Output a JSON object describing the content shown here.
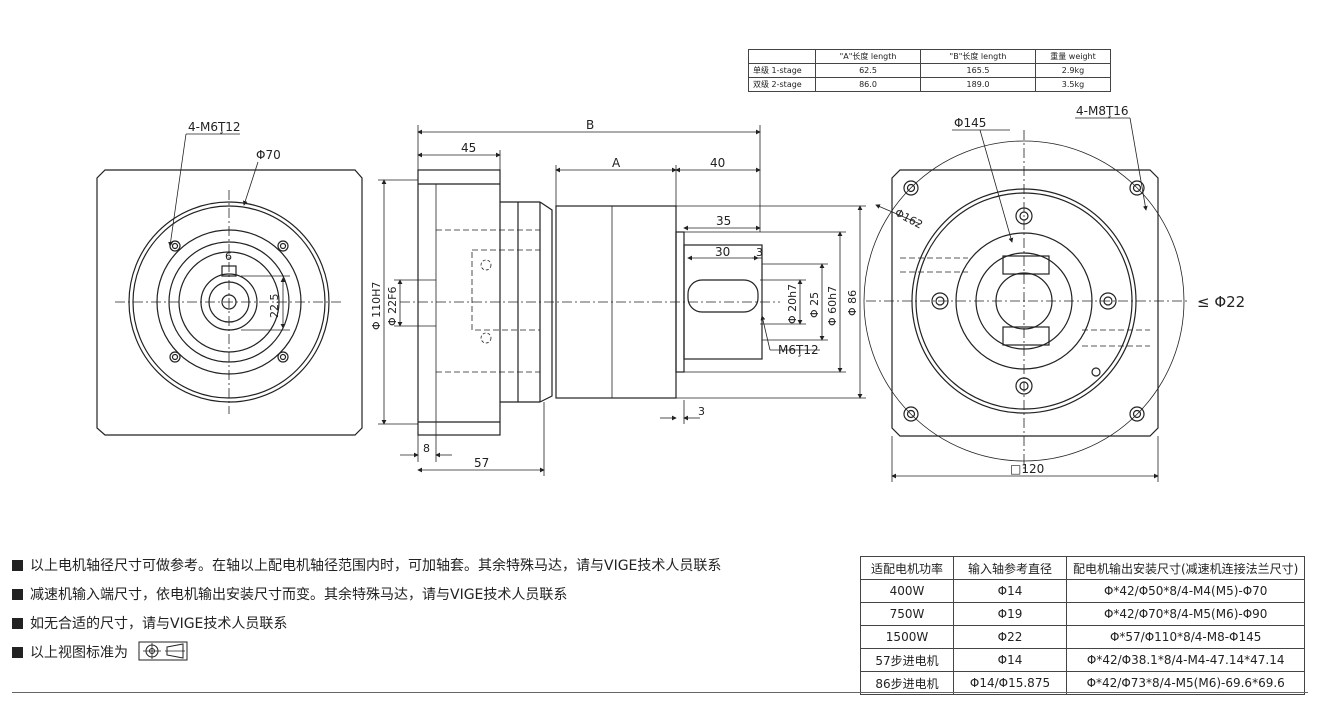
{
  "spec_table": {
    "header": [
      "",
      "\"A\"长度 length",
      "\"B\"长度  length",
      "重量 weight"
    ],
    "rows": [
      [
        "单级 1-stage",
        "62.5",
        "165.5",
        "2.9kg"
      ],
      [
        "双级 2-stage",
        "86.0",
        "189.0",
        "3.5kg"
      ]
    ]
  },
  "left_view": {
    "bolt_label": "4-M6Ţ12",
    "pcd_label": "Φ70",
    "key_label": "6",
    "height_label": "22.5"
  },
  "side_view": {
    "len_b": "B",
    "len_45": "45",
    "len_a": "A",
    "len_40": "40",
    "len_35": "35",
    "len_30": "30",
    "len_3a": "3",
    "len_3b": "3",
    "len_8": "8",
    "len_57": "57",
    "dia_110": "Φ 110H7",
    "dia_22": "Φ 22F6",
    "dia_20": "Φ 20h7",
    "dia_25": "Φ 25",
    "dia_60": "Φ 60h7",
    "dia_86": "Φ 86",
    "thread": "M6Ţ12"
  },
  "right_view": {
    "pcd_label": "Φ145",
    "bolt_label": "4-M8Ţ16",
    "dia_label": "Φ162",
    "shaft_label": "≤ Φ22",
    "square_label": "□120"
  },
  "notes": [
    "以上电机轴径尺寸可做参考。在轴以上配电机轴径范围内时，可加轴套。其余特殊马达，请与VIGE技术人员联系",
    "减速机输入端尺寸，依电机输出安装尺寸而变。其余特殊马达，请与VIGE技术人员联系",
    "如无合适的尺寸，请与VIGE技术人员联系",
    "以上视图标准为"
  ],
  "motor_table": {
    "header": [
      "适配电机功率",
      "输入轴参考直径",
      "配电机输出安装尺寸(减速机连接法兰尺寸)"
    ],
    "rows": [
      [
        "400W",
        "Φ14",
        "Φ*42/Φ50*8/4-M4(M5)-Φ70"
      ],
      [
        "750W",
        "Φ19",
        "Φ*42/Φ70*8/4-M5(M6)-Φ90"
      ],
      [
        "1500W",
        "Φ22",
        "Φ*57/Φ110*8/4-M8-Φ145"
      ],
      [
        "57步进电机",
        "Φ14",
        "Φ*42/Φ38.1*8/4-M4-47.14*47.14"
      ],
      [
        "86步进电机",
        "Φ14/Φ15.875",
        "Φ*42/Φ73*8/4-M5(M6)-69.6*69.6"
      ]
    ]
  }
}
